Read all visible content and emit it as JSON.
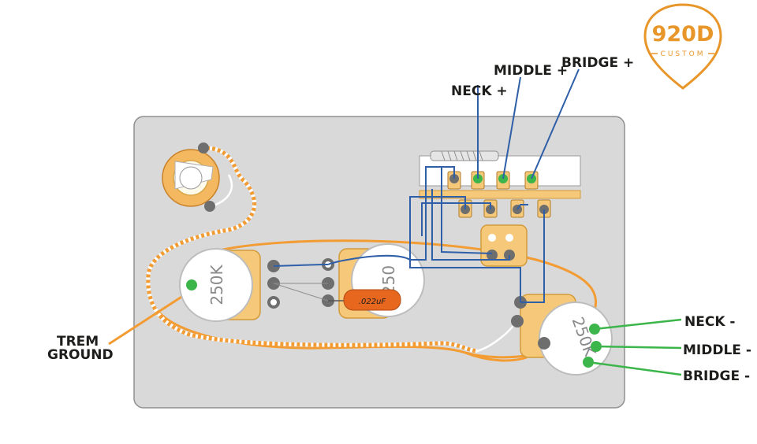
{
  "logo": {
    "brand": "920D",
    "sub": "CUSTOM",
    "color": "#e8962a"
  },
  "labels": {
    "neck_plus": "NECK +",
    "middle_plus": "MIDDLE +",
    "bridge_plus": "BRIDGE +",
    "neck_minus": "NECK -",
    "middle_minus": "MIDDLE -",
    "bridge_minus": "BRIDGE -",
    "trem_ground_1": "TREM",
    "trem_ground_2": "GROUND"
  },
  "components": {
    "volume_pot": "250K",
    "tone_pot_1": "250",
    "tone_pot_2": "250K",
    "capacitor": ".022uF"
  },
  "colors": {
    "plate": "#d9d9d9",
    "orange_wire": "#f39c34",
    "blue_wire": "#2f5fa8",
    "green_lead": "#3cb54a",
    "pot_body": "#f6c97a"
  }
}
